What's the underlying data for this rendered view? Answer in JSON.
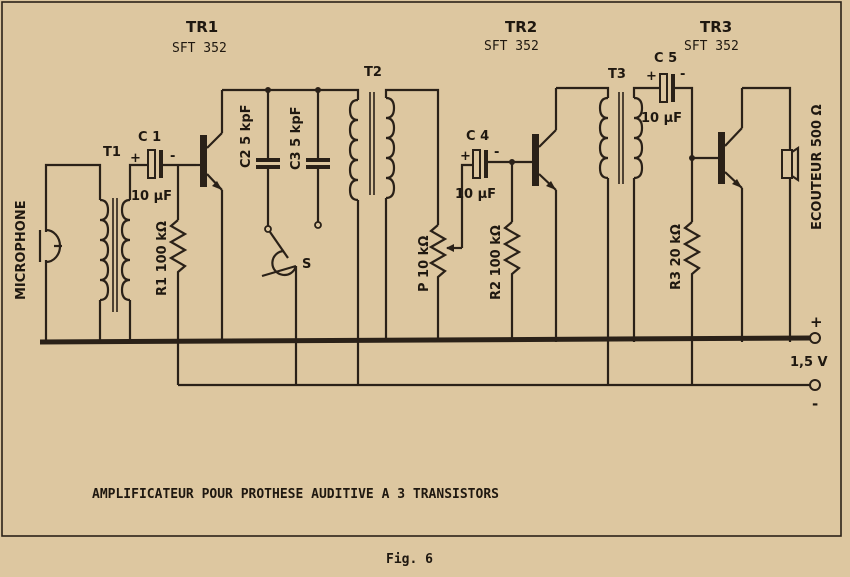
{
  "transistors": [
    {
      "name": "TR1",
      "type": "SFT 352"
    },
    {
      "name": "TR2",
      "type": "SFT 352"
    },
    {
      "name": "TR3",
      "type": "SFT 352"
    }
  ],
  "transformers": {
    "t1": "T1",
    "t2": "T2",
    "t3": "T3"
  },
  "capacitors": {
    "c1": {
      "name": "C 1",
      "value": "10 µF"
    },
    "c2": "C2 5 kpF",
    "c3": "C3 5 kpF",
    "c4": {
      "name": "C 4",
      "value": "10 µF"
    },
    "c5": {
      "name": "C 5",
      "value": "10 µF"
    }
  },
  "resistors": {
    "r1": "R1 100 kΩ",
    "r2": "R2 100 kΩ",
    "r3": "R3 20 kΩ",
    "p": "P 10 kΩ"
  },
  "switch": "S",
  "microphone": "MICROPHONE",
  "earphone": "ECOUTEUR 500 Ω",
  "polarity": {
    "plus": "+",
    "minus": "-"
  },
  "supply": {
    "plus": "+",
    "voltage": "1,5 V",
    "minus": "-"
  },
  "caption": "AMPLIFICATEUR POUR PROTHESE AUDITIVE A 3 TRANSISTORS",
  "figure_label": "Fig. 6"
}
